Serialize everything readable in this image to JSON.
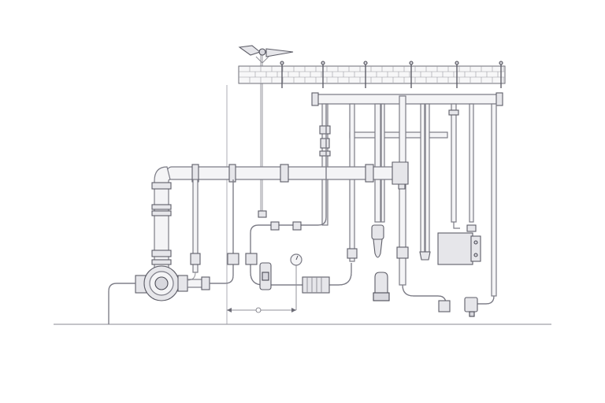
{
  "diagram": {
    "kind": "plumbing-line-drawing",
    "colors": {
      "line": "#7c7c86",
      "fill": "#f4f4f6",
      "background": "#ffffff"
    },
    "elements": [
      "weather-vane",
      "brick-wall-beam",
      "wall-brackets",
      "top-horizontal-pipe",
      "main-horizontal-pipe",
      "left-vertical-riser",
      "central-pump",
      "vertical-drop-pipes",
      "gate-valves",
      "pressure-gauge",
      "filter-cartridge",
      "junction-box",
      "dimension-line",
      "ground-line"
    ]
  }
}
